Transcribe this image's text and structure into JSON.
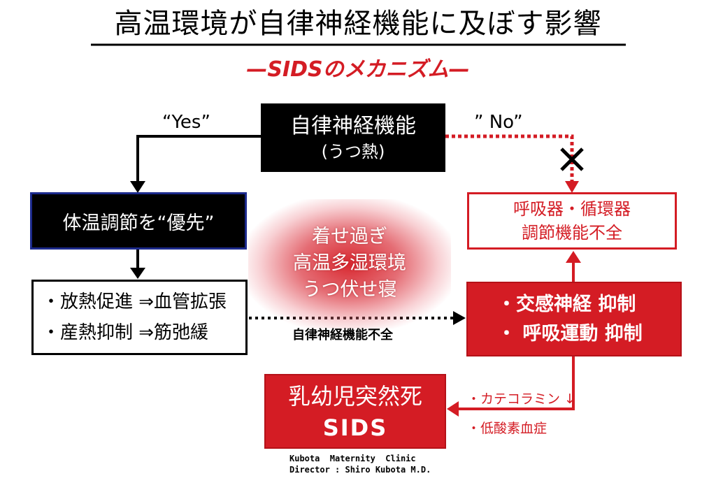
{
  "title": "高温環境が自律神経機能に及ぼす影響",
  "subtitle": "—SIDSのメカニズム—",
  "nodes": {
    "autonomic": {
      "line1": "自律神経機能",
      "line2": "(うつ熱)"
    },
    "thermo_priority": {
      "label": "体温調節を“優先”"
    },
    "heat_response": {
      "lines": [
        "・放熱促進 ⇒血管拡張",
        "・産熱抑制 ⇒筋弛緩"
      ]
    },
    "risk_factors": {
      "lines": [
        "着せ過ぎ",
        "高温多湿環境",
        "うつ伏せ寝"
      ]
    },
    "resp_circ_failure": {
      "line1": "呼吸器・循環器",
      "line2": "調節機能不全"
    },
    "suppression": {
      "lines": [
        "・交感神経 抑制",
        "・ 呼吸運動 抑制"
      ]
    },
    "sids": {
      "line1": "乳幼児突然死",
      "line2": "SIDS"
    }
  },
  "edges": {
    "yes_label": "“Yes”",
    "no_label": "” No”",
    "dysfunction_label": "自律神経機能不全",
    "catecholamine_label": "・カテコラミン ↓",
    "hypoxemia_label": "・低酸素血症"
  },
  "credit": {
    "clinic": "Kubota  Maternity  Clinic",
    "director": "Director : Shiro Kubota M.D."
  },
  "colors": {
    "accent_red": "#d41c24",
    "black": "#000000",
    "priority_border_blue": "#1c2a8c"
  },
  "icons": {
    "blocked": "blocked-x-icon"
  }
}
